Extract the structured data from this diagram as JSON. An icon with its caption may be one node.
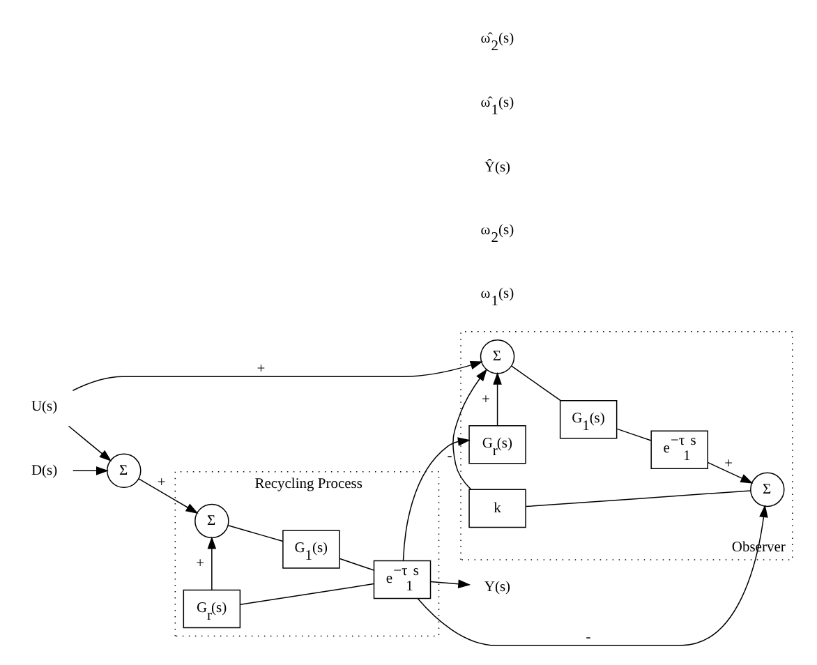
{
  "diagram": {
    "nodes": [
      {
        "text": [
          "U(s)"
        ]
      },
      {
        "text": [
          "D(s)"
        ]
      },
      {
        "text": [
          "Σ"
        ]
      },
      {
        "text": [
          "Recycling Process"
        ]
      },
      {
        "text": [
          "Σ"
        ],
        "in": 3
      },
      {
        "text": [
          "G$_{1}$(s)"
        ],
        "in": 3
      },
      {
        "text": [
          "e$^{−τ}$$_{1}$$^{s}$"
        ],
        "in": 3
      },
      {
        "text": [
          "G$_{r}$(s)"
        ],
        "in": 3
      },
      {
        "text": [
          "Y(s)"
        ]
      },
      {
        "text": [
          "Observer"
        ]
      },
      {
        "text": [
          "Σ"
        ],
        "in": 9
      },
      {
        "text": [
          "G$_{1}$(s)"
        ],
        "in": 9
      },
      {
        "text": [
          "e$^{−τ}$$_{1}$$^{s}$"
        ],
        "in": 9
      },
      {
        "text": [
          "Σ"
        ],
        "in": 9
      },
      {
        "text": [
          "G$_{r}$(s)"
        ],
        "in": 9
      },
      {
        "text": [
          "k"
        ],
        "in": 9
      }
    ],
    "edges": [
      {
        "from": 0,
        "to": 2,
        "arrow": "to"
      },
      {
        "from": 0,
        "to": 10,
        "arrow": "to",
        "label": "+"
      },
      {
        "from": 1,
        "to": 2,
        "arrow": "to"
      },
      {
        "from": 2,
        "to": 4,
        "arrow": "to",
        "label": "+"
      },
      {
        "from": 4,
        "to": 5,
        "arrow": "none"
      },
      {
        "from": 5,
        "to": 6,
        "arrow": "none"
      },
      {
        "from": 6,
        "to": 8,
        "arrow": "to"
      },
      {
        "from": 6,
        "to": 7,
        "arrow": "none"
      },
      {
        "from": 7,
        "to": 4,
        "arrow": "to",
        "label": "+"
      },
      {
        "from": 6,
        "to": 13,
        "arrow": "to",
        "label": "-"
      },
      {
        "from": 6,
        "to": 14,
        "arrow": "to"
      },
      {
        "from": 10,
        "to": 11,
        "arrow": "none"
      },
      {
        "from": 11,
        "to": 12,
        "arrow": "none"
      },
      {
        "from": 12,
        "to": 13,
        "arrow": "to",
        "label": "+"
      },
      {
        "from": 13,
        "to": 15,
        "arrow": "none"
      },
      {
        "from": 15,
        "to": 10,
        "arrow": "to",
        "label": "-"
      },
      {
        "from": 14,
        "to": 10,
        "arrow": "to",
        "label": "+"
      }
    ],
    "labels": [
      "ω$_{1}$(s)",
      "ω$_{2}$(s)",
      "Ŷ(s)",
      "ω̂$_{1}$(s)",
      "ω̂$_{2}$(s)"
    ]
  }
}
